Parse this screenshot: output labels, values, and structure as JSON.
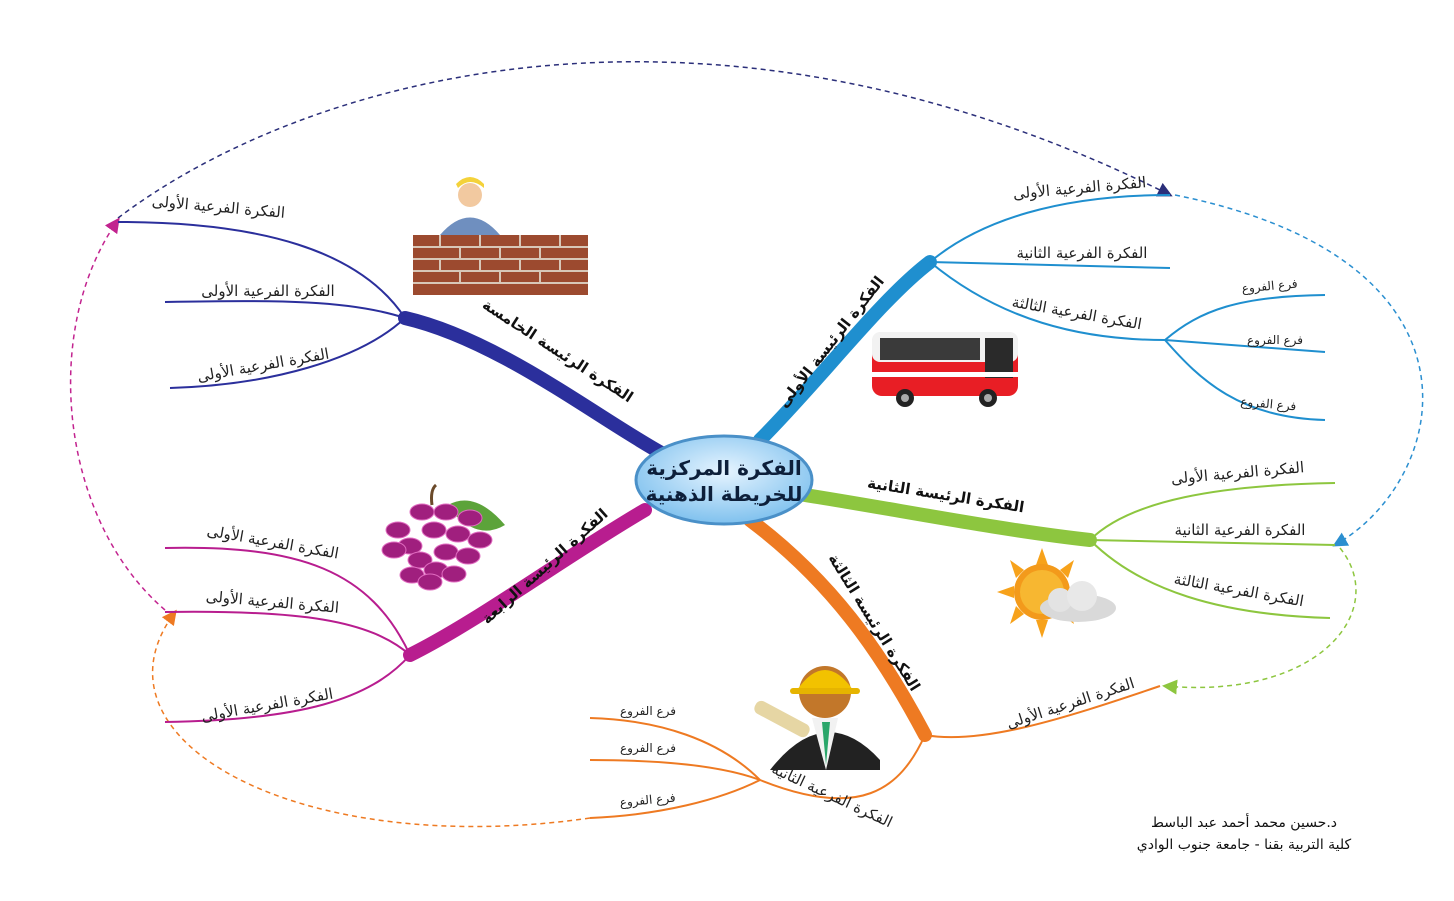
{
  "center": {
    "line1": "الفكرة المركزية",
    "line2": "للخريطة الذهنية"
  },
  "branches": {
    "first": {
      "label": "الفكرة الرئيسة الأولى",
      "color": "#1f8fcf",
      "subs": [
        "الفكرة الفرعية الأولى",
        "الفكرة الفرعية الثانية",
        "الفكرة الفرعية الثالثة"
      ],
      "leaves": [
        "فرع الفروع",
        "فرع الفروع",
        "فرع الفروع"
      ]
    },
    "second": {
      "label": "الفكرة الرئيسة الثانية",
      "color": "#8dc63f",
      "subs": [
        "الفكرة الفرعية الأولى",
        "الفكرة الفرعية الثانية",
        "الفكرة الفرعية الثالثة"
      ]
    },
    "third": {
      "label": "الفكرة الرئيسة الثالثة",
      "color": "#ee7a22",
      "subs": [
        "الفكرة الفرعية الأولى",
        "الفكرة الفرعية الثانية"
      ],
      "leaves": [
        "فرع الفروع",
        "فرع الفروع",
        "فرع الفروع"
      ]
    },
    "fourth": {
      "label": "الفكرة الرئيسة الرابعة",
      "color": "#b81d8f",
      "subs": [
        "الفكرة الفرعية الأولى",
        "الفكرة الفرعية الأولى",
        "الفكرة الفرعية الأولى"
      ]
    },
    "fifth": {
      "label": "الفكرة الرئيسة الخامسة",
      "color": "#2b2f9c",
      "subs": [
        "الفكرة الفرعية الأولى",
        "الفكرة الفرعية الأولى",
        "الفكرة الفرعية الأولى"
      ]
    }
  },
  "credit": {
    "line1": "د.حسين محمد أحمد عبد الباسط",
    "line2": "كلية التربية بقنا - جامعة جنوب الوادي"
  },
  "icons": [
    "builder-icon",
    "bus-icon",
    "sun-cloud-icon",
    "grapes-icon",
    "engineer-icon"
  ]
}
